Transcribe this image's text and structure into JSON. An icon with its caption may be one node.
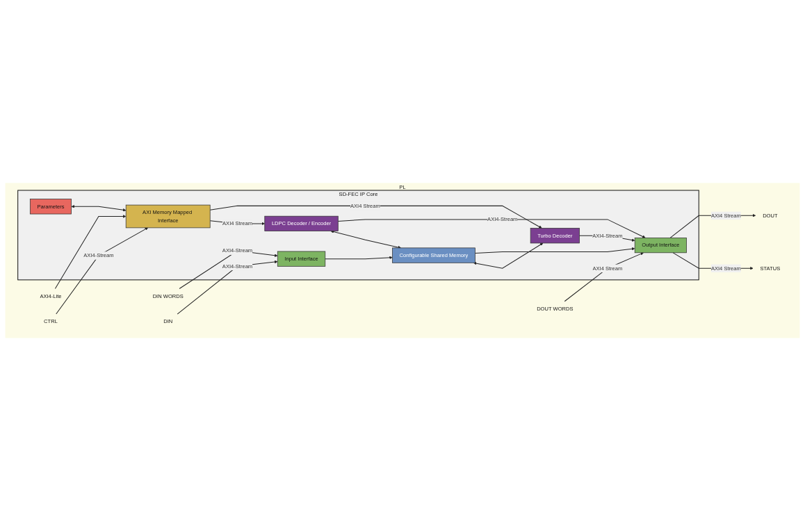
{
  "diagram": {
    "nodes": [
      {
        "text": [
          "PL"
        ]
      },
      {
        "text": [
          "SD-FEC IP Core"
        ],
        "in": 0
      },
      {
        "text": [
          "AXI Memory Mapped Interface"
        ],
        "in": 1
      },
      {
        "text": [
          "Parameters"
        ],
        "in": 1
      },
      {
        "text": [
          "LDPC Decoder / Encoder"
        ],
        "in": 1
      },
      {
        "text": [
          "Configurable Shared Memory"
        ],
        "in": 1
      },
      {
        "text": [
          "Input Interface"
        ],
        "in": 1
      },
      {
        "text": [
          "Turbo Decoder"
        ],
        "in": 1
      },
      {
        "text": [
          "Output Interface"
        ],
        "in": 1
      },
      {
        "text": [
          "AXI4-Lite"
        ],
        "in": 0
      },
      {
        "text": [
          "CTRL"
        ],
        "in": 0
      },
      {
        "text": [
          "DIN WORDS"
        ],
        "in": 0
      },
      {
        "text": [
          "DIN"
        ],
        "in": 0
      },
      {
        "text": [
          "STATUS"
        ],
        "in": 0
      },
      {
        "text": [
          "DOUT WORDS"
        ],
        "in": 0
      },
      {
        "text": [
          "DOUT"
        ],
        "in": 0
      }
    ],
    "edges": [
      {
        "from": 9,
        "to": 2,
        "arrow": "to"
      },
      {
        "from": 3,
        "to": 2,
        "arrow": "both"
      },
      {
        "from": 10,
        "to": 2,
        "arrow": "to",
        "label": "AXI4-Stream"
      },
      {
        "from": 2,
        "to": 4,
        "arrow": "to",
        "label": "AXI4 Stream"
      },
      {
        "from": 2,
        "to": 7,
        "arrow": "to",
        "label": "AXI4 Stream"
      },
      {
        "from": 11,
        "to": 6,
        "arrow": "to",
        "label": "AXI4-Stream"
      },
      {
        "from": 12,
        "to": 6,
        "arrow": "to",
        "label": "AXI4-Stream"
      },
      {
        "from": 6,
        "to": 5,
        "arrow": "to"
      },
      {
        "from": 4,
        "to": 5,
        "arrow": "both"
      },
      {
        "from": 5,
        "to": 7,
        "arrow": "both"
      },
      {
        "from": 4,
        "to": 8,
        "arrow": "to",
        "label": "AXI4-Stream"
      },
      {
        "from": 5,
        "to": 8,
        "arrow": "to"
      },
      {
        "from": 7,
        "to": 8,
        "arrow": "to",
        "label": "AXI4-Stream"
      },
      {
        "from": 8,
        "to": 13,
        "arrow": "to",
        "label": "AXI4 Stream"
      },
      {
        "from": 14,
        "to": 8,
        "arrow": "to",
        "label": "AXI4 Stream"
      },
      {
        "from": 8,
        "to": 15,
        "arrow": "to",
        "label": "AXI4 Stream"
      }
    ]
  }
}
